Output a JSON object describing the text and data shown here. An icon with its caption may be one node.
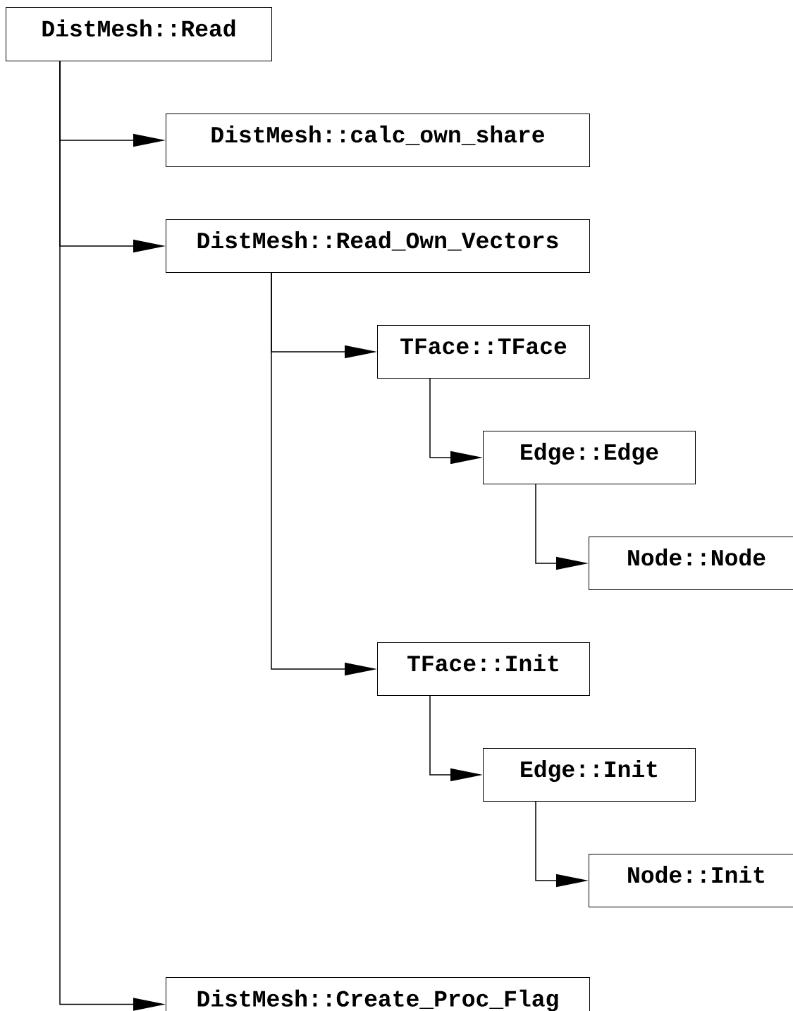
{
  "diagram": {
    "nodes": [
      {
        "text": [
          "DistMesh::Read"
        ]
      },
      {
        "text": [
          "DistMesh::calc_own_share"
        ]
      },
      {
        "text": [
          "DistMesh::Read_Own_Vectors"
        ]
      },
      {
        "text": [
          "TFace::TFace"
        ]
      },
      {
        "text": [
          "Edge::Edge"
        ]
      },
      {
        "text": [
          "Node::Node"
        ]
      },
      {
        "text": [
          "TFace::Init"
        ]
      },
      {
        "text": [
          "Edge::Init"
        ]
      },
      {
        "text": [
          "Node::Init"
        ]
      },
      {
        "text": [
          "DistMesh::Create_Proc_Flag"
        ]
      }
    ],
    "edges": [
      {
        "from": 0,
        "to": 1,
        "arrow": "to"
      },
      {
        "from": 0,
        "to": 2,
        "arrow": "to"
      },
      {
        "from": 2,
        "to": 3,
        "arrow": "to"
      },
      {
        "from": 3,
        "to": 4,
        "arrow": "to"
      },
      {
        "from": 4,
        "to": 5,
        "arrow": "to"
      },
      {
        "from": 2,
        "to": 6,
        "arrow": "to"
      },
      {
        "from": 6,
        "to": 7,
        "arrow": "to"
      },
      {
        "from": 7,
        "to": 8,
        "arrow": "to"
      },
      {
        "from": 0,
        "to": 9,
        "arrow": "to"
      }
    ]
  }
}
